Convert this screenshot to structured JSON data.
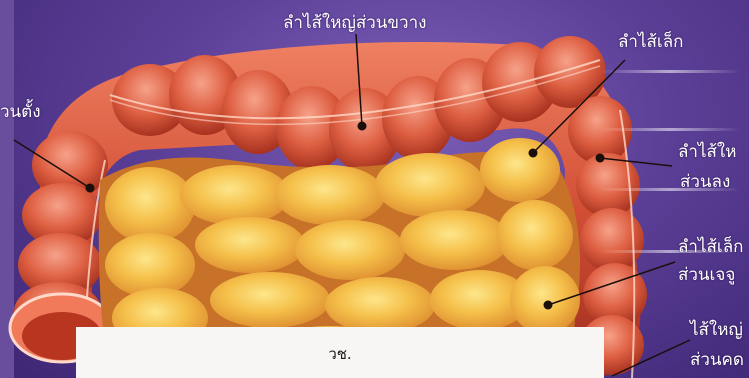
{
  "labels": {
    "ascending_colon": "วนตั้ง",
    "transverse_colon": "ลำไส้ใหญ่ส่วนขวาง",
    "small_intestine": "ลำไส้เล็ก",
    "descending_colon_line1": "ลำไส้ให",
    "descending_colon_line2": "ส่วนลง",
    "jejunum_line1": "ลำไส้เล็ก",
    "jejunum_line2": "ส่วนเจจู",
    "sigmoid_line1": "ไส้ใหญ่",
    "sigmoid_line2": "ส่วนคด"
  },
  "caption": "วช.",
  "colors": {
    "background": "#5b3f97",
    "colon": "#d9573c",
    "small_intestine": "#f2b43a",
    "caption_box": "#f7f6f4"
  }
}
